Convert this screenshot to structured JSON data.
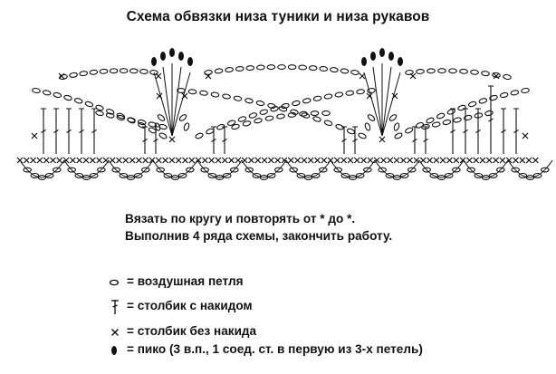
{
  "title": "Схема обвязки низа туники и низа рукавов",
  "instructions": {
    "line1": "Вязать по кругу и повторять от * до *.",
    "line2": "Выполнив 4 ряда схемы, закончить работу."
  },
  "legend": [
    {
      "symbol": "chain-stitch-icon",
      "text": "= воздушная петля"
    },
    {
      "symbol": "double-crochet-icon",
      "text": "= столбик с накидом"
    },
    {
      "symbol": "single-crochet-icon",
      "text": "= столбик без накида"
    },
    {
      "symbol": "picot-icon",
      "text": "= пико (3 в.п., 1 соед. ст. в первую из 3-х петель)"
    }
  ],
  "colors": {
    "ink": "#111111",
    "background": "#ffffff"
  }
}
